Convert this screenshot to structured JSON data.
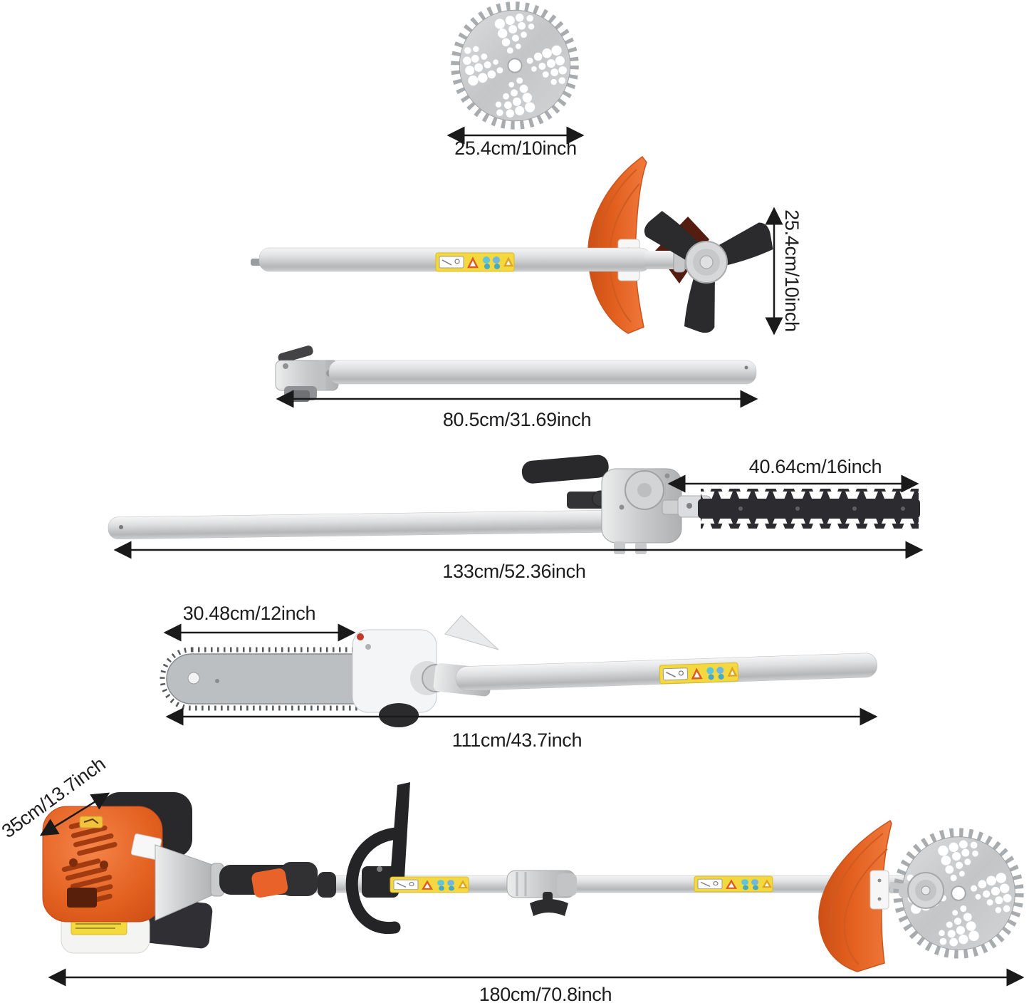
{
  "parts": {
    "saw_blade": {
      "diameter_label": "25.4cm/10inch"
    },
    "brush_cutter": {
      "cutting_width_label": "25.4cm/10inch"
    },
    "extension_pole": {
      "length_label": "80.5cm/31.69inch"
    },
    "hedge_trimmer": {
      "blade_length_label": "40.64cm/16inch",
      "total_length_label": "133cm/52.36inch"
    },
    "pole_saw": {
      "bar_length_label": "30.48cm/12inch",
      "total_length_label": "111cm/43.7inch"
    },
    "power_head": {
      "engine_size_label": "35cm/13.7inch"
    },
    "full_assembly": {
      "total_length_label": "180cm/70.8inch"
    }
  },
  "colors": {
    "accent_orange": "#e2601f",
    "part_black": "#2b2b2e",
    "metal_silver": "#d4d5d7",
    "warning_yellow": "#f3d93f",
    "dimension_text": "#1d1d1f"
  }
}
